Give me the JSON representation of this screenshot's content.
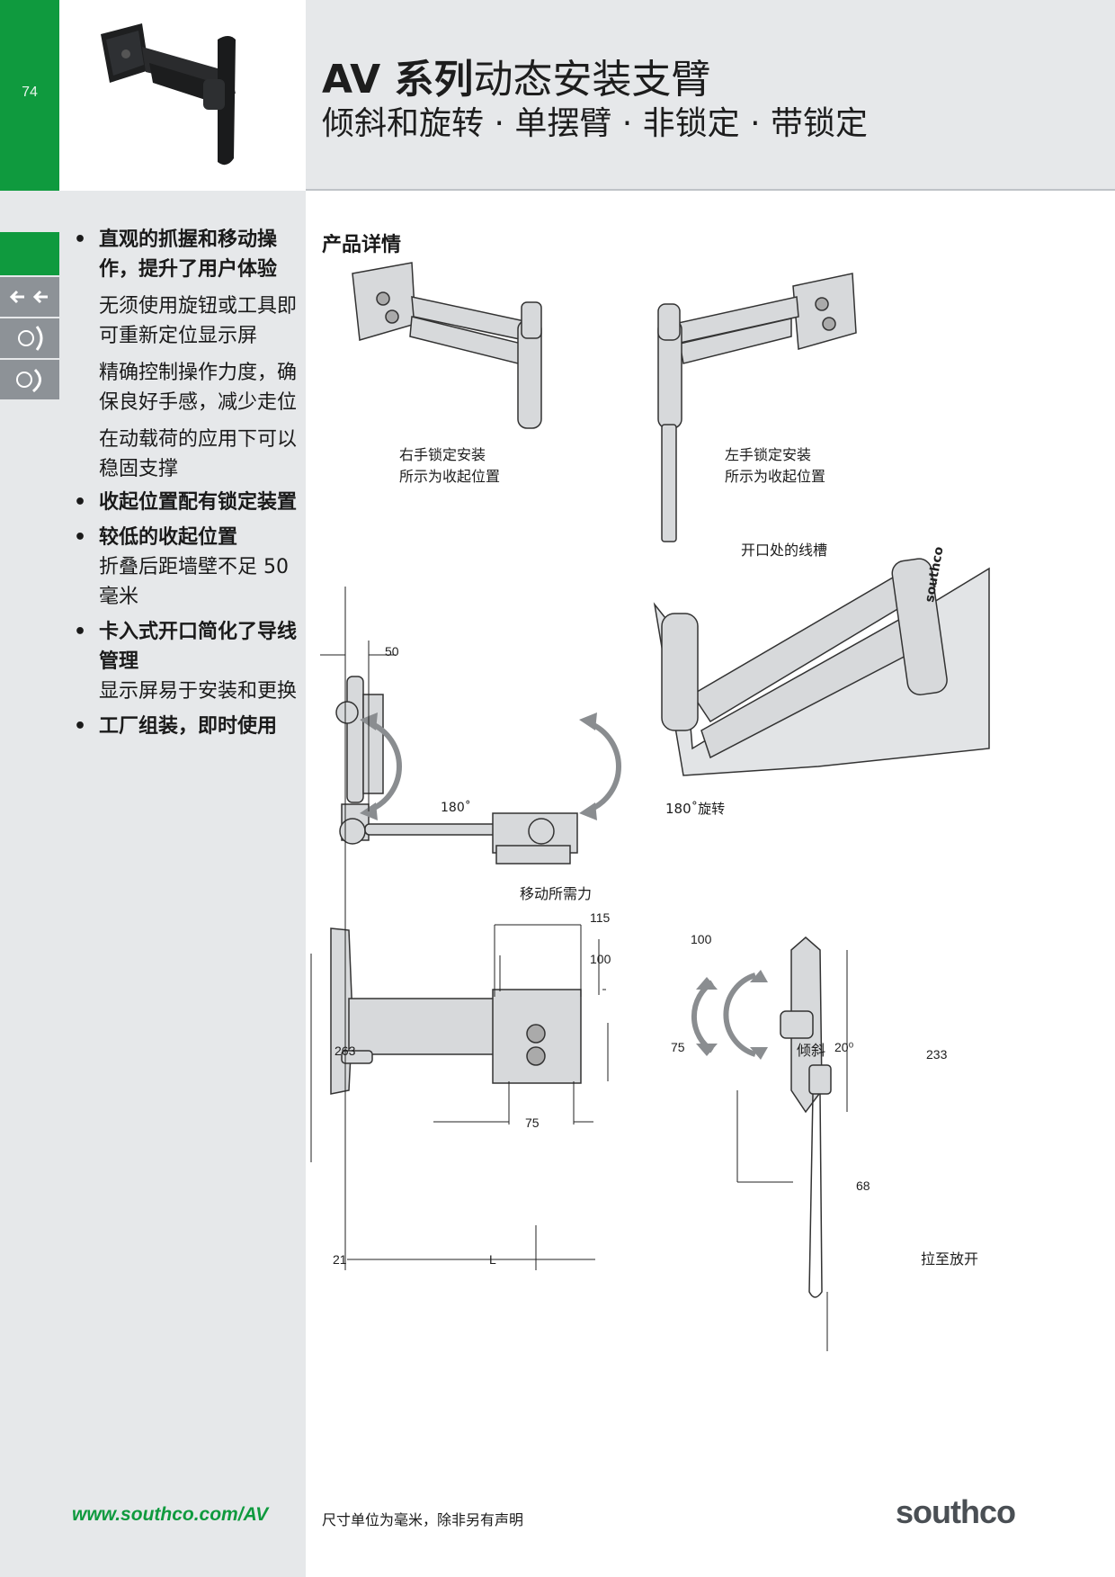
{
  "header": {
    "page_number": "74",
    "title_bold": "AV 系列",
    "title_rest": "动态安装支臂",
    "subtitle": "倾斜和旋转 · 单摆臂 · 非锁定 · 带锁定"
  },
  "features": {
    "f1_head": "直观的抓握和移动操作，提升了用户体验",
    "f1_sub1": "无须使用旋钮或工具即可重新定位显示屏",
    "f1_sub2": "精确控制操作力度，确保良好手感，减少走位",
    "f1_sub3": "在动载荷的应用下可以稳固支撑",
    "f2_head": "收起位置配有锁定装置",
    "f3_head": "较低的收起位置",
    "f3_sub": "折叠后距墙壁不足 50毫米",
    "f4_head": "卡入式开口简化了导线管理",
    "f4_sub": "显示屏易于安装和更换",
    "f5_head": "工厂组装，即时使用"
  },
  "details": {
    "section_title": "产品详情",
    "right_mount_l1": "右手锁定安装",
    "right_mount_l2": "所示为收起位置",
    "left_mount_l1": "左手锁定安装",
    "left_mount_l2": "所示为收起位置",
    "cable_channel": "开口处的线槽",
    "rot_180": "180˚",
    "rot_180_label": "180˚旋转",
    "move_force": "移动所需力",
    "tilt": "倾斜",
    "tilt_angle": "20⁰",
    "pull_release": "拉至放开",
    "brand_on_arm": "southco"
  },
  "dimensions": {
    "d50": "50",
    "d115": "115",
    "d100_top": "100",
    "d100_inner": "100",
    "d263": "263",
    "d75_v": "75",
    "d75_h": "75",
    "d233": "233",
    "d68": "68",
    "d21": "21",
    "dL": "L"
  },
  "footer": {
    "url": "www.southco.com/AV",
    "note": "尺寸单位为毫米，除非另有声明",
    "logo": "southco"
  },
  "colors": {
    "brand_green": "#0f9a3e",
    "panel_gray": "#e6e8ea",
    "icon_gray": "#8d9297"
  },
  "icons": [
    "arm-swing-icon",
    "tilt-icon",
    "rotate-icon"
  ]
}
